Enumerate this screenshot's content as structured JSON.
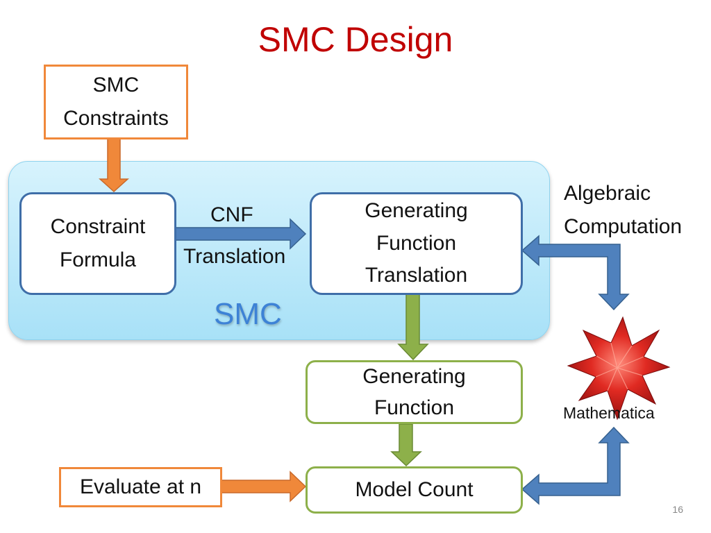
{
  "title": "SMC Design",
  "boxes": {
    "smc_constraints": [
      "SMC",
      "Constraints"
    ],
    "constraint_formula": [
      "Constraint",
      "Formula"
    ],
    "generating_function_translation": [
      "Generating",
      "Function",
      "Translation"
    ],
    "generating_function": [
      "Generating",
      "Function"
    ],
    "model_count": "Model Count",
    "evaluate_at_n": "Evaluate at n"
  },
  "labels": {
    "cnf": "CNF",
    "translation": "Translation",
    "algebraic": "Algebraic",
    "computation": "Computation",
    "smc": "SMC",
    "mathematica": "Mathematica"
  },
  "slide_number": "16",
  "colors": {
    "title": "#c00000",
    "orange": "#f0883a",
    "blue_arrow": "#4f81bd",
    "green_arrow": "#8db04a",
    "smc_region": "#a8e1f7",
    "mathematica_logo": "#d42020"
  },
  "icons": [
    "mathematica-logo-icon"
  ]
}
